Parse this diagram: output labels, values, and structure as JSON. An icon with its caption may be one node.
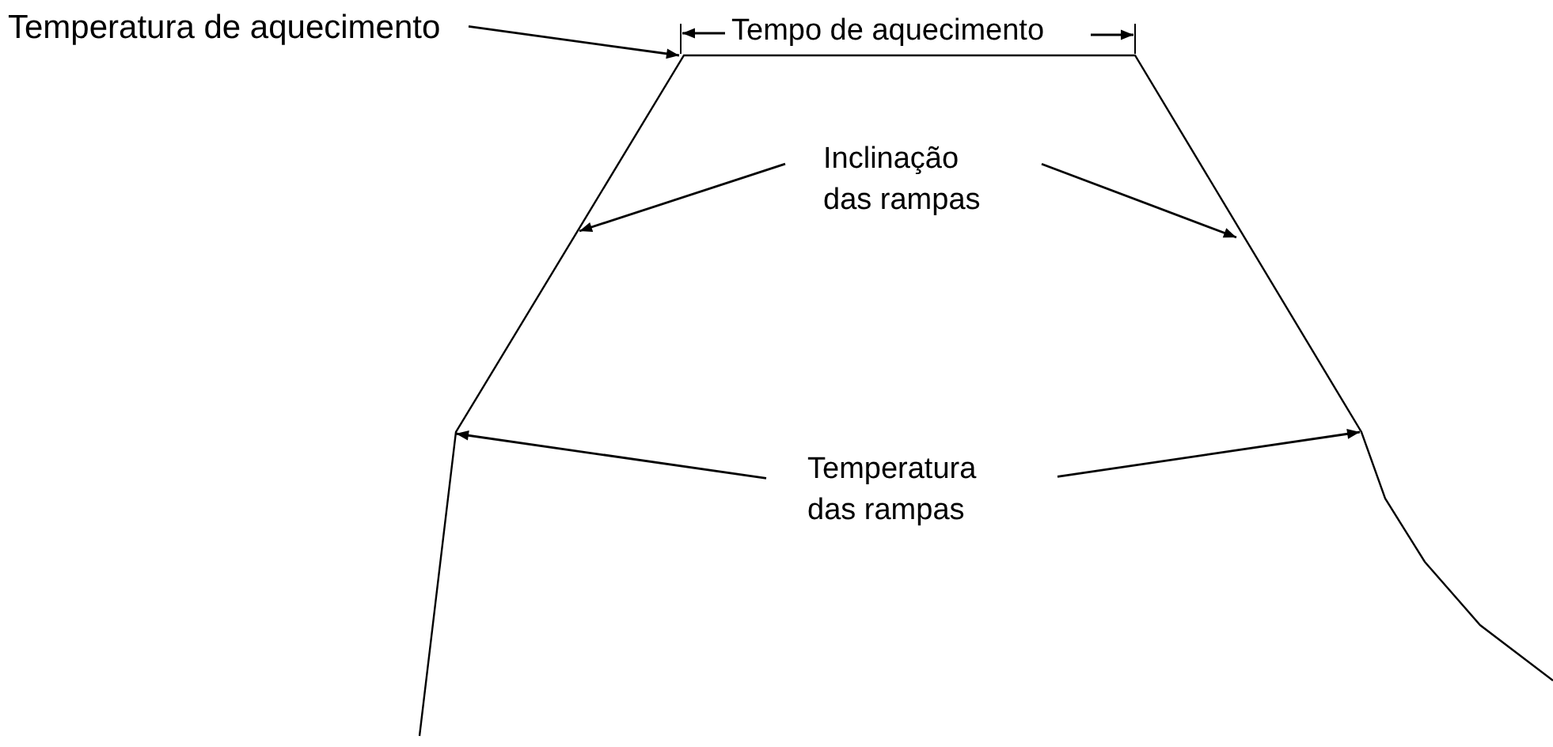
{
  "diagram": {
    "nodes": [
      {
        "text": [
          "Temperatura de aquecimento"
        ]
      },
      {
        "text": [
          "Inclinação das rampas"
        ]
      },
      {
        "text": [
          "Temperatura das rampas"
        ]
      }
    ],
    "edges": [
      {
        "from": 0,
        "to": null,
        "arrow": "to"
      },
      {
        "from": 1,
        "to": null,
        "arrow": "to"
      },
      {
        "from": 1,
        "to": null,
        "arrow": "to"
      },
      {
        "from": 2,
        "to": null,
        "arrow": "to"
      },
      {
        "from": 2,
        "to": null,
        "arrow": "to"
      }
    ],
    "labels": [
      "Tempo de aquecimento"
    ]
  }
}
